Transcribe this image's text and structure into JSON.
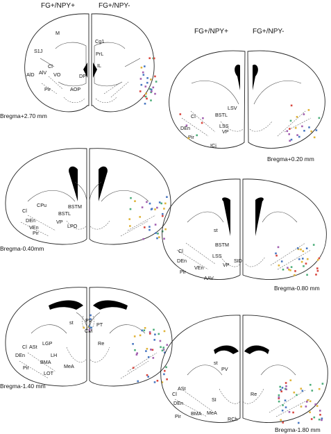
{
  "headers": {
    "top_left_pos": "FG+/NPY+",
    "top_left_neg": "FG+/NPY-",
    "top_right_pos": "FG+/NPY+",
    "top_right_neg": "FG+/NPY-"
  },
  "sections": [
    {
      "id": "s1",
      "caption": "Bregma+2.70 mm",
      "labels": [
        "M",
        "Cg1",
        "PrL",
        "S1J",
        "IL",
        "Cl",
        "AlV",
        "VO",
        "DP",
        "AlD",
        "AOP",
        "Pir"
      ]
    },
    {
      "id": "s2",
      "caption": "Bregma+0.20 mm",
      "labels": [
        "LSV",
        "BSTL",
        "Cl",
        "LSS",
        "VP",
        "DEn",
        "Pir",
        "ICj"
      ]
    },
    {
      "id": "s3",
      "caption": "Bregma-0.40mm",
      "labels": [
        "CPu",
        "BSTM",
        "BSTL",
        "Cl",
        "DEn",
        "VP",
        "VEn",
        "LPO",
        "Pir"
      ]
    },
    {
      "id": "s4",
      "caption": "Bregma-0.80 mm",
      "labels": [
        "st",
        "BSTM",
        "Cl",
        "LSS",
        "DEn",
        "SID",
        "VEn",
        "VP",
        "Pir",
        "AAV"
      ]
    },
    {
      "id": "s5",
      "caption": "Bregma-1.40 mm",
      "labels": [
        "st",
        "PV",
        "PT",
        "CM",
        "Re",
        "LGP",
        "ASt",
        "Cl",
        "LH",
        "DEn",
        "BMA",
        "MeA",
        "Pir",
        "LOT"
      ]
    },
    {
      "id": "s6",
      "caption": "Bregma-1.80 mm",
      "labels": [
        "st",
        "PV",
        "Re",
        "ASt",
        "Cl",
        "SI",
        "DEn",
        "MeA",
        "BMA",
        "Pir",
        "RCh"
      ]
    }
  ],
  "marker_colors": {
    "red": "#d8463e",
    "green": "#4cae7a",
    "blue": "#4a78c2",
    "yellow": "#e0b43a",
    "purple": "#a25fb0"
  }
}
